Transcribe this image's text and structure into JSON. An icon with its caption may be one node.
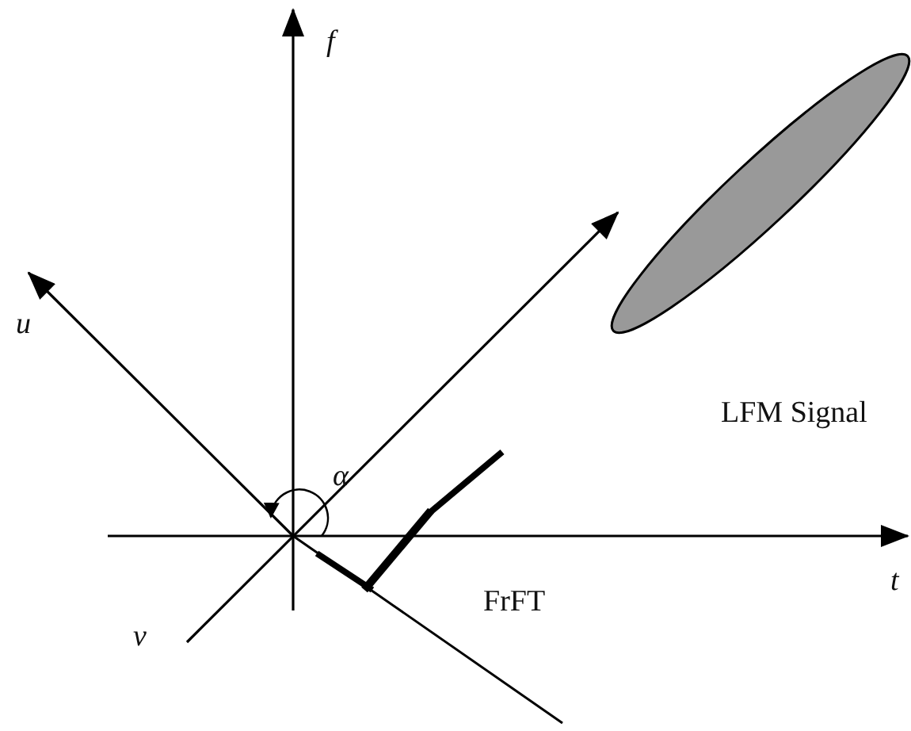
{
  "diagram": {
    "nodes": [
      {
        "text": [],
        "shape": "ellipse",
        "beside": [
          "LFM Signal"
        ]
      }
    ],
    "labels": [
      "f",
      "u",
      "α",
      "t",
      "FrFT",
      "v"
    ]
  }
}
